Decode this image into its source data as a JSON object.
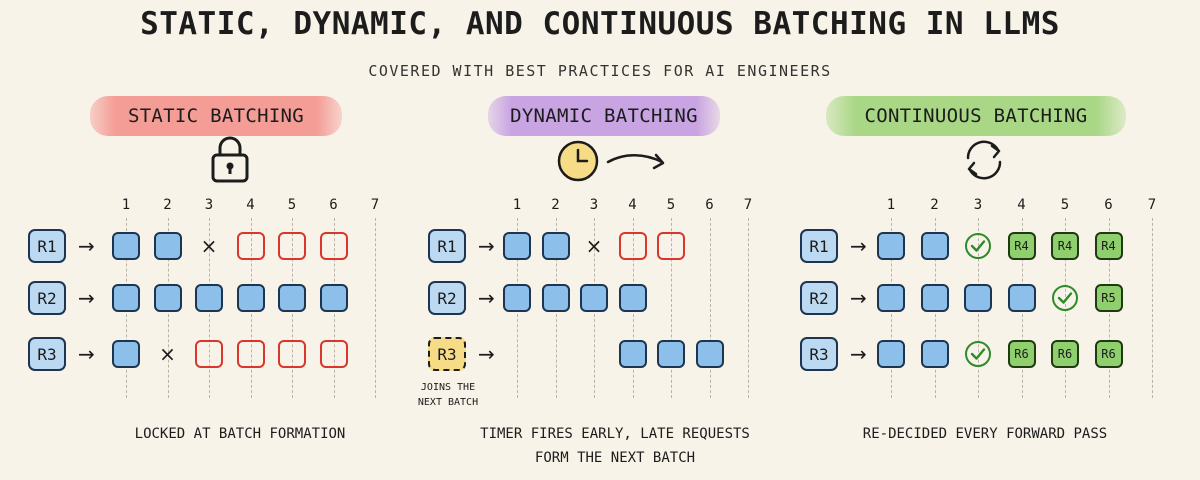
{
  "title": "STATIC, DYNAMIC, AND CONTINUOUS BATCHING IN LLMS",
  "subtitle": "COVERED WITH BEST PRACTICES FOR AI ENGINEERS",
  "colors": {
    "background": "#f8f3e8",
    "token_blue": "#8cc0ea",
    "empty_red": "#d9362c",
    "new_green": "#8fcf6d",
    "waiting_yellow": "#f6dc86",
    "check_green": "#2f8a2a"
  },
  "column_numbers": [
    "1",
    "2",
    "3",
    "4",
    "5",
    "6",
    "7"
  ],
  "panels": [
    {
      "heading": "STATIC BATCHING",
      "accent": "#f38d88",
      "icon": "padlock-icon",
      "rows": [
        {
          "label": "R1",
          "cells": [
            "token",
            "token",
            "cross",
            "empty",
            "empty",
            "empty"
          ]
        },
        {
          "label": "R2",
          "cells": [
            "token",
            "token",
            "token",
            "token",
            "token",
            "token"
          ]
        },
        {
          "label": "R3",
          "cells": [
            "token",
            "cross",
            "empty",
            "empty",
            "empty",
            "empty"
          ]
        }
      ],
      "caption_lines": [
        "LOCKED AT BATCH FORMATION"
      ]
    },
    {
      "heading": "DYNAMIC BATCHING",
      "accent": "#c49ce2",
      "icon": "clock-arrow-icon",
      "rows": [
        {
          "label": "R1",
          "cells": [
            "token",
            "token",
            "cross",
            "empty",
            "empty"
          ]
        },
        {
          "label": "R2",
          "cells": [
            "token",
            "token",
            "token",
            "token"
          ]
        },
        {
          "label": "R3",
          "waiting": true,
          "cells": [
            "none",
            "none",
            "none",
            "token",
            "token",
            "token"
          ]
        }
      ],
      "waiting_note_lines": [
        "JOINS THE",
        "NEXT BATCH"
      ],
      "caption_lines": [
        "TIMER FIRES EARLY, LATE REQUESTS",
        "FORM THE NEXT BATCH"
      ]
    },
    {
      "heading": "CONTINUOUS BATCHING",
      "accent": "#a0d47a",
      "icon": "refresh-cycle-icon",
      "rows": [
        {
          "label": "R1",
          "cells": [
            "token",
            "token",
            "check",
            "R4",
            "R4",
            "R4"
          ]
        },
        {
          "label": "R2",
          "cells": [
            "token",
            "token",
            "token",
            "token",
            "check",
            "R5"
          ]
        },
        {
          "label": "R3",
          "cells": [
            "token",
            "token",
            "check",
            "R6",
            "R6",
            "R6"
          ]
        }
      ],
      "caption_lines": [
        "RE-DECIDED EVERY FORWARD PASS"
      ]
    }
  ]
}
